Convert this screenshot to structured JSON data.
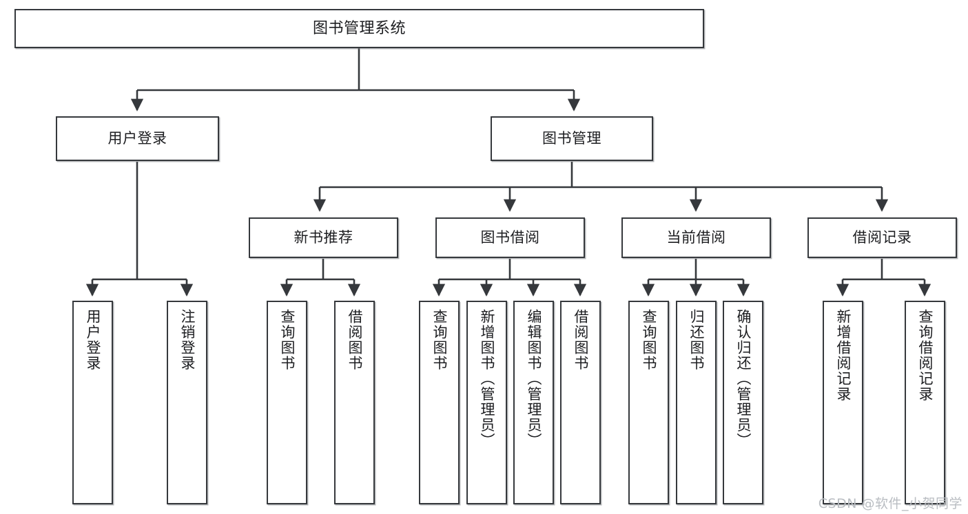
{
  "diagram": {
    "title": "图书管理系统",
    "type": "tree-hierarchy-diagram",
    "watermark": "CSDN @软件_小贺同学",
    "colors": {
      "box_border": "#35383c",
      "box_fill": "#ffffff",
      "connector": "#35383c",
      "text": "#1c1d20",
      "watermark": "#b9bdc2"
    },
    "root": {
      "label": "图书管理系统"
    },
    "level2": [
      {
        "label": "用户登录"
      },
      {
        "label": "图书管理"
      }
    ],
    "level3": [
      {
        "label": "新书推荐"
      },
      {
        "label": "图书借阅"
      },
      {
        "label": "当前借阅"
      },
      {
        "label": "借阅记录"
      }
    ],
    "leaves": {
      "user_login": [
        {
          "label": "用户登录"
        },
        {
          "label": "注销登录"
        }
      ],
      "new_book_recommend": [
        {
          "label": "查询图书"
        },
        {
          "label": "借阅图书"
        }
      ],
      "book_borrow": [
        {
          "label": "查询图书"
        },
        {
          "label": "新增图书（管理员）"
        },
        {
          "label": "编辑图书（管理员）"
        },
        {
          "label": "借阅图书"
        }
      ],
      "current_borrow": [
        {
          "label": "查询图书"
        },
        {
          "label": "归还图书"
        },
        {
          "label": "确认归还（管理员）"
        }
      ],
      "borrow_record": [
        {
          "label": "新增借阅记录"
        },
        {
          "label": "查询借阅记录"
        }
      ]
    }
  }
}
